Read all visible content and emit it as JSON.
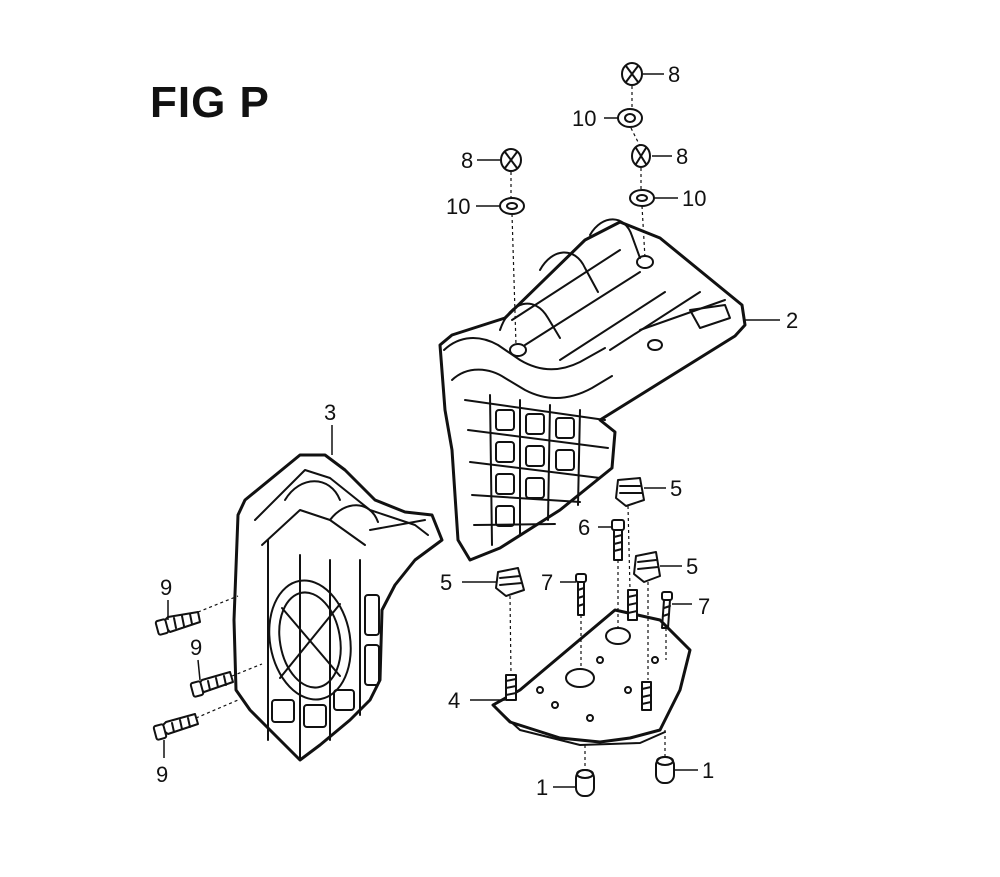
{
  "figure": {
    "title": "FIG P"
  },
  "parts": [
    {
      "ref": "1",
      "label": "1"
    },
    {
      "ref": "2",
      "label": "2"
    },
    {
      "ref": "3",
      "label": "3"
    },
    {
      "ref": "4",
      "label": "4"
    },
    {
      "ref": "5",
      "label": "5"
    },
    {
      "ref": "6",
      "label": "6"
    },
    {
      "ref": "7",
      "label": "7"
    },
    {
      "ref": "8",
      "label": "8"
    },
    {
      "ref": "9",
      "label": "9"
    },
    {
      "ref": "10",
      "label": "10"
    }
  ],
  "colors": {
    "line": "#111111",
    "background": "#ffffff"
  }
}
